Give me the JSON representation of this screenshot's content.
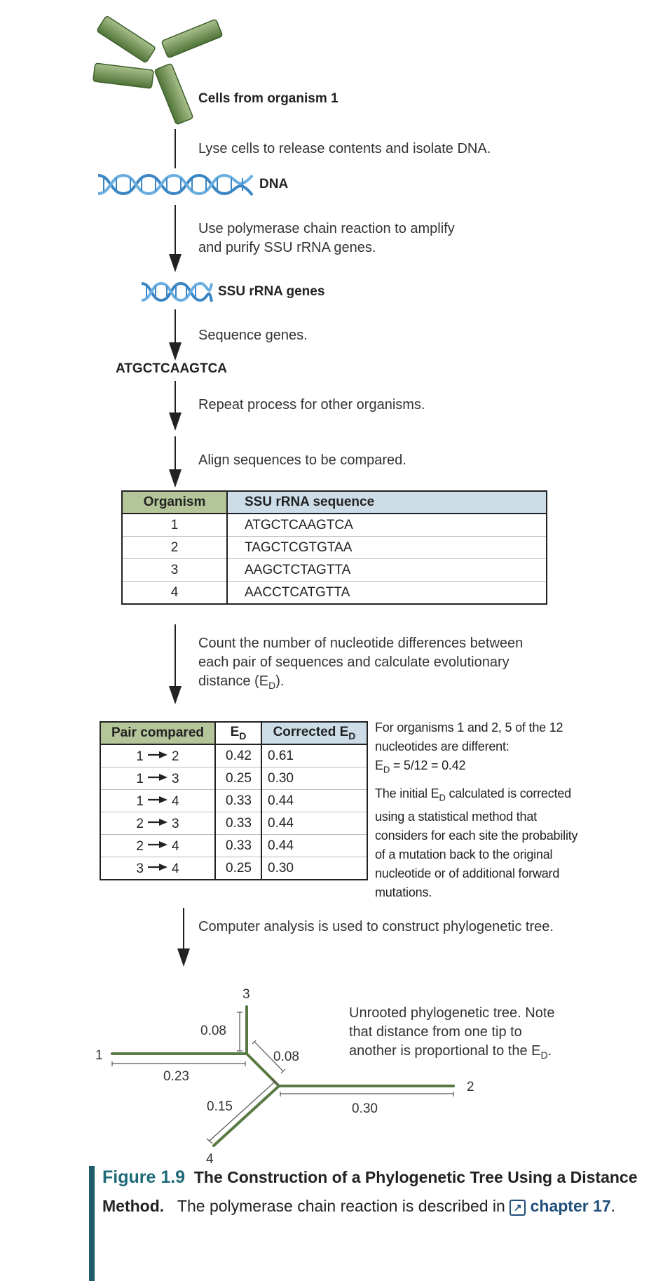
{
  "steps": {
    "cells_label": "Cells from organism 1",
    "lyse": "Lyse cells to release contents and isolate DNA.",
    "dna_label": "DNA",
    "pcr_line1": "Use polymerase chain reaction to amplify",
    "pcr_line2": "and purify SSU rRNA genes.",
    "genes_label": "SSU rRNA genes",
    "sequence": "Sequence genes.",
    "seq_string": "ATGCTCAAGTCA",
    "repeat": "Repeat process for other organisms.",
    "align": "Align sequences to be compared.",
    "count_line1": "Count the number of nucleotide differences between",
    "count_line2": "each pair of sequences and calculate evolutionary",
    "count_line3": "distance (E",
    "count_sub": "D",
    "count_end": ").",
    "computer": "Computer analysis is used to construct phylogenetic tree."
  },
  "seq_table": {
    "headers": [
      "Organism",
      "SSU rRNA sequence"
    ],
    "rows": [
      [
        "1",
        "ATGCTCAAGTCA"
      ],
      [
        "2",
        "TAGCTCGTGTAA"
      ],
      [
        "3",
        "AAGCTCTAGTTA"
      ],
      [
        "4",
        "AACCTCATGTTA"
      ]
    ]
  },
  "pair_table": {
    "h1": "Pair compared",
    "h2": "E",
    "h2_sub": "D",
    "h3": "Corrected E",
    "h3_sub": "D",
    "rows": [
      {
        "a": "1",
        "b": "2",
        "ed": "0.42",
        "corr": "0.61"
      },
      {
        "a": "1",
        "b": "3",
        "ed": "0.25",
        "corr": "0.30"
      },
      {
        "a": "1",
        "b": "4",
        "ed": "0.33",
        "corr": "0.44"
      },
      {
        "a": "2",
        "b": "3",
        "ed": "0.33",
        "corr": "0.44"
      },
      {
        "a": "2",
        "b": "4",
        "ed": "0.33",
        "corr": "0.44"
      },
      {
        "a": "3",
        "b": "4",
        "ed": "0.25",
        "corr": "0.30"
      }
    ]
  },
  "notes": {
    "n1_line1": "For organisms 1 and 2, 5 of the 12",
    "n1_line2": "nucleotides are different:",
    "n1_line3a": "E",
    "n1_line3sub": "D",
    "n1_line3b": " = 5/12 = 0.42",
    "n2_line1a": "The initial E",
    "n2_line1sub": "D",
    "n2_line1b": " calculated is corrected",
    "n2_line2": "using a statistical method that",
    "n2_line3": "considers for each site the probability",
    "n2_line4": "of a mutation back to the original",
    "n2_line5": "nucleotide or of additional forward",
    "n2_line6": "mutations."
  },
  "tree": {
    "tips": [
      "1",
      "2",
      "3",
      "4"
    ],
    "branches": [
      "0.08",
      "0.08",
      "0.23",
      "0.15",
      "0.30"
    ],
    "note_line1": "Unrooted phylogenetic tree. Note",
    "note_line2": "that distance from one tip to",
    "note_line3a": "another is proportional to the E",
    "note_line3sub": "D",
    "note_line3b": "."
  },
  "caption": {
    "figno": "Figure 1.9",
    "title": "The Construction of a Phylogenetic Tree Using a Distance Method.",
    "body": "The polymerase chain reaction is described in",
    "link": "chapter 17",
    "end": "."
  },
  "colors": {
    "green": "#5a7a44",
    "bar_green": "#b5c59a",
    "bar_blue": "#cddde8",
    "dna_blue": "#3a86c4",
    "caption_teal": "#1f6a78"
  }
}
